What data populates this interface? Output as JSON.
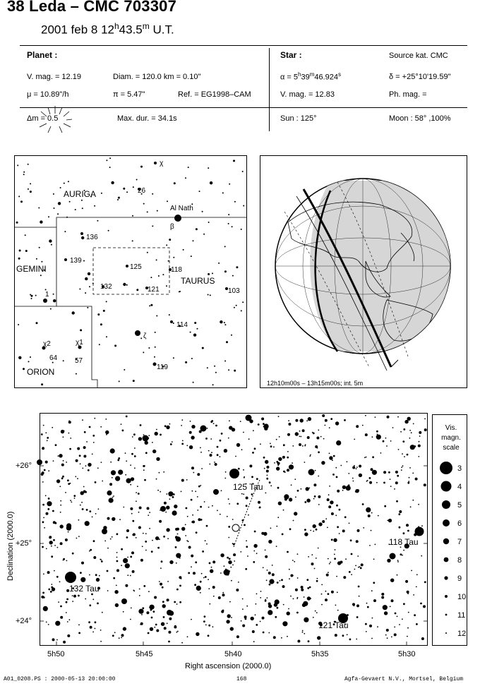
{
  "header": {
    "title": "38 Leda  –  CMC 703307",
    "date_main": "2001 feb  8  12",
    "date_h": "h",
    "date_min": "43.5",
    "date_m": "m",
    "date_ut": " U.T."
  },
  "planet": {
    "heading": "Planet :",
    "vmag": "V. mag. = 12.19",
    "diam": "Diam. = 120.0 km = 0.10\"",
    "mu": "μ =  10.89\"/h",
    "pi": "π =  5.47\"",
    "ref": "Ref. = EG1998–CAM"
  },
  "star": {
    "heading": "Star :",
    "source": "Source kat.  CMC",
    "alpha_a": "α =  5",
    "alpha_h": "h",
    "alpha_b": "39",
    "alpha_m": "m",
    "alpha_c": "46.924",
    "alpha_s": "s",
    "delta": "δ = +25°10'19.59\"",
    "vmag": "V. mag. = 12.83",
    "phmag": "Ph. mag. ="
  },
  "event": {
    "dm": "Δm = 0.5",
    "maxdur": "Max. dur. = 34.1s",
    "sun": "Sun : 125°",
    "moon": "Moon :  58° ,100%"
  },
  "finder": {
    "labels": [
      "AURIGA",
      "GEMINI",
      "TAURUS",
      "ORION",
      "Al Nath",
      "β",
      "χ",
      "26",
      "136",
      "139",
      "125",
      "118",
      "132",
      "121",
      "103",
      "1",
      "114",
      "ζ",
      "χ2",
      "χ1",
      "64",
      "57",
      "119"
    ]
  },
  "globe": {
    "caption": "12h10m00s – 13h15m00s; int.  5m"
  },
  "starmap": {
    "dec_ticks": [
      "+26°",
      "+25°",
      "+24°"
    ],
    "ra_ticks": [
      "5h50",
      "5h45",
      "5h40",
      "5h35",
      "5h30"
    ],
    "xlabel": "Right ascension (2000.0)",
    "ylabel": "Declination (2000.0)",
    "star_labels": [
      "125 Tau",
      "118 Tau",
      "132 Tau",
      "121 Tau"
    ]
  },
  "scale": {
    "title1": "Vis.",
    "title2": "magn.",
    "title3": "scale",
    "mags": [
      "3",
      "4",
      "5",
      "6",
      "7",
      "8",
      "9",
      "10",
      "11",
      "12"
    ]
  },
  "footer": {
    "left": "A01_0208.PS : 2000-05-13 20:00:00",
    "page": "168",
    "right": "Agfa-Gevaert N.V., Mortsel, Belgium"
  }
}
